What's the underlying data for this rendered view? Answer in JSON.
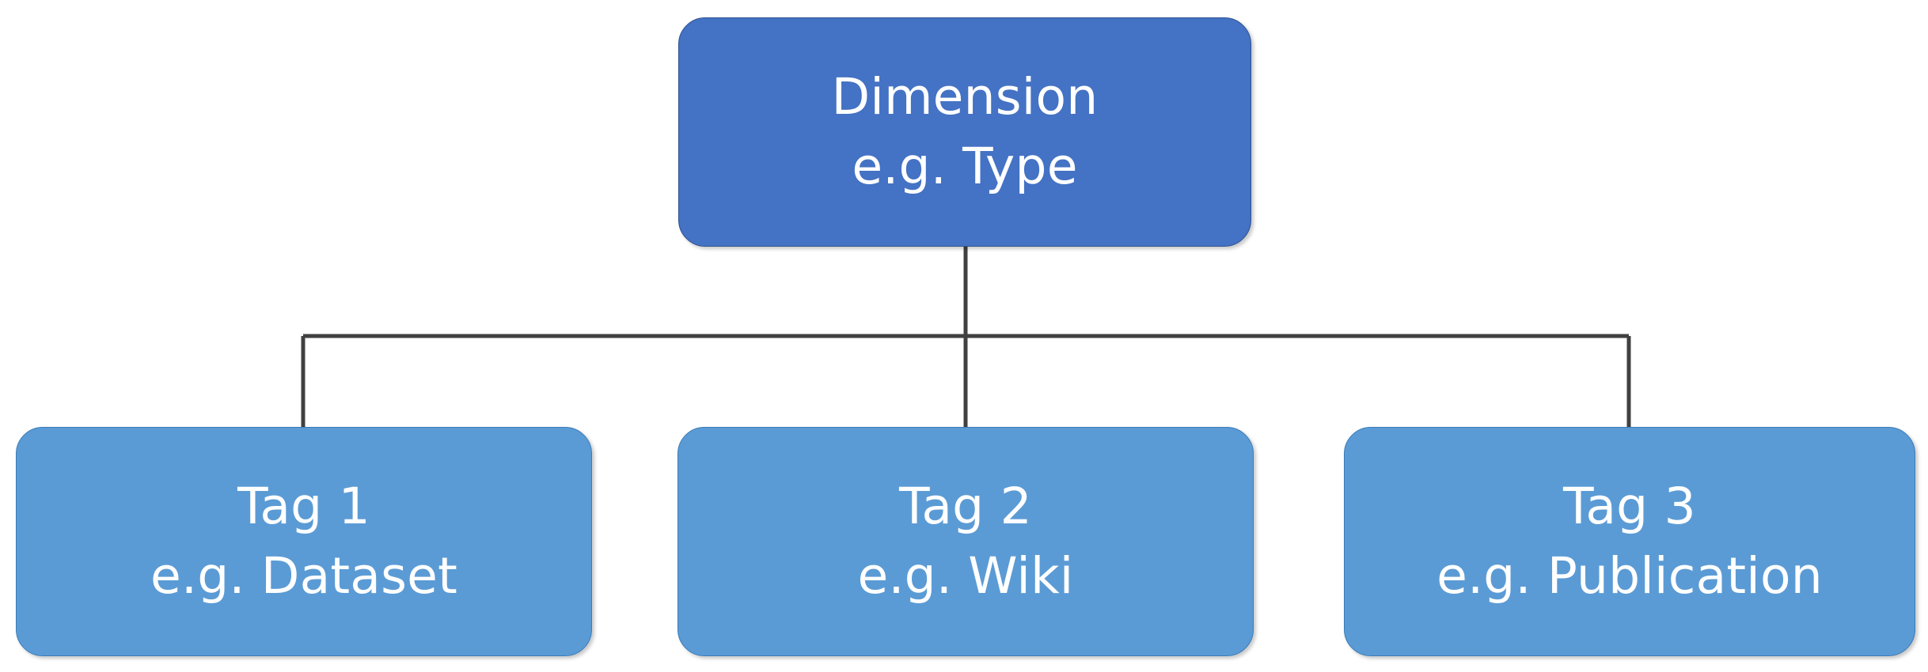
{
  "diagram": {
    "type": "hierarchy-tree",
    "background_color": "#FFFFFF",
    "connector_color": "#404040",
    "root": {
      "id": "dimension",
      "line1": "Dimension",
      "line2": "e.g. Type",
      "fill_color": "#4472C4",
      "border_color": "#2F528F",
      "text_color": "#FFFFFF"
    },
    "children": [
      {
        "id": "tag-1",
        "line1": "Tag 1",
        "line2": "e.g. Dataset",
        "fill_color": "#5B9BD5",
        "border_color": "#3A7CB8",
        "text_color": "#FFFFFF"
      },
      {
        "id": "tag-2",
        "line1": "Tag 2",
        "line2": "e.g. Wiki",
        "fill_color": "#5B9BD5",
        "border_color": "#3A7CB8",
        "text_color": "#FFFFFF"
      },
      {
        "id": "tag-3",
        "line1": "Tag 3",
        "line2": "e.g. Publication",
        "fill_color": "#5B9BD5",
        "border_color": "#3A7CB8",
        "text_color": "#FFFFFF"
      }
    ],
    "connectors": [
      {
        "id": "root-stem",
        "from": "dimension",
        "to": "bus"
      },
      {
        "id": "bus",
        "from": "bus-left",
        "to": "bus-right"
      },
      {
        "id": "branch-to-tag-1",
        "from": "bus",
        "to": "tag-1"
      },
      {
        "id": "branch-to-tag-2",
        "from": "bus",
        "to": "tag-2"
      },
      {
        "id": "branch-to-tag-3",
        "from": "bus",
        "to": "tag-3"
      }
    ]
  }
}
